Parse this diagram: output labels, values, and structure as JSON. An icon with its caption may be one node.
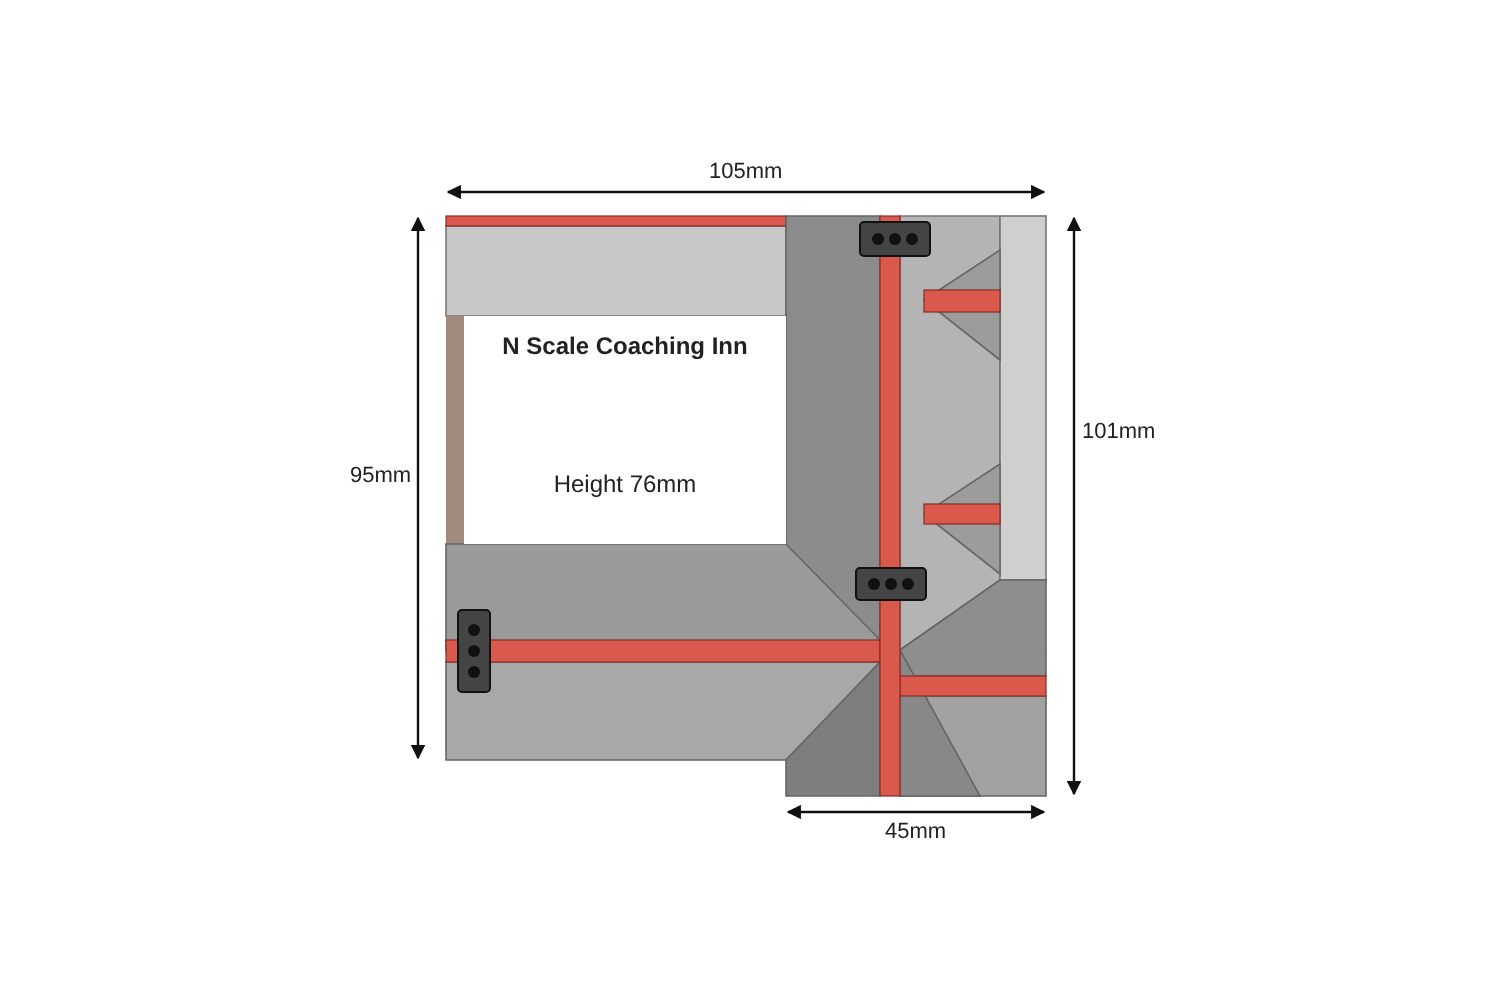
{
  "diagram": {
    "nodes": [
      {
        "text": [
          "N Scale Coaching Inn",
          "Height 76mm"
        ]
      }
    ],
    "edges": [],
    "labels": [
      "105mm",
      "95mm",
      "101mm",
      "45mm"
    ]
  }
}
